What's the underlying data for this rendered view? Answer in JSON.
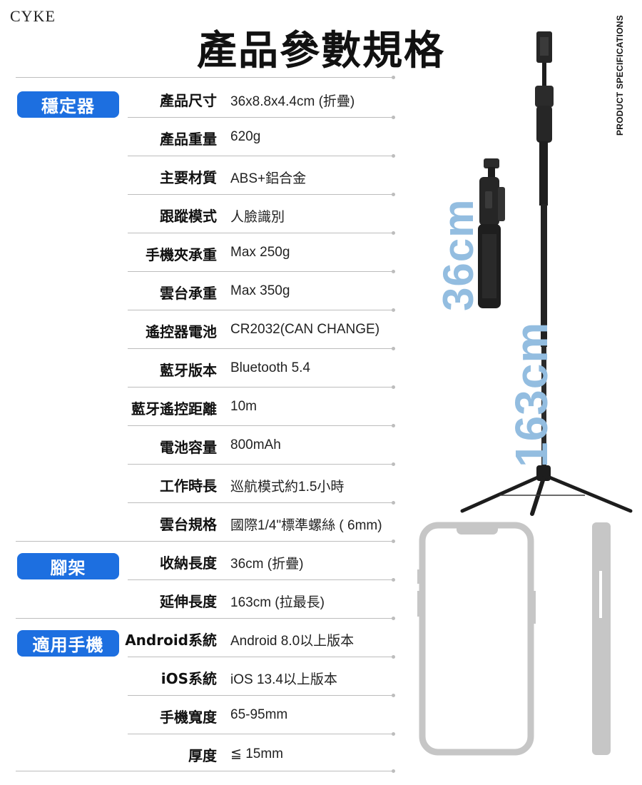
{
  "brand": "CYKE",
  "title": "產品參數規格",
  "side_label": "PRODUCT SPECIFICATIONS",
  "accent_color": "#1d6fe0",
  "dimension_color": "#93bde0",
  "sections": {
    "stabilizer": "穩定器",
    "tripod": "腳架",
    "phone": "適用手機"
  },
  "specs": [
    {
      "label": "產品尺寸",
      "value": "36x8.8x4.4cm (折疊)"
    },
    {
      "label": "產品重量",
      "value": "620g"
    },
    {
      "label": "主要材質",
      "value": "ABS+鋁合金"
    },
    {
      "label": "跟蹤模式",
      "value": "人臉識別"
    },
    {
      "label": "手機夾承重",
      "value": "Max 250g"
    },
    {
      "label": "雲台承重",
      "value": "Max 350g"
    },
    {
      "label": "遙控器電池",
      "value": "CR2032(CAN CHANGE)"
    },
    {
      "label": "藍牙版本",
      "value": "Bluetooth 5.4"
    },
    {
      "label": "藍牙遙控距離",
      "value": "10m"
    },
    {
      "label": "電池容量",
      "value": "800mAh"
    },
    {
      "label": "工作時長",
      "value": "巡航模式約1.5小時"
    },
    {
      "label": "雲台規格",
      "value": "國際1/4\"標準螺絲 ( 6mm)"
    },
    {
      "label": "收納長度",
      "value": "36cm  (折疊)"
    },
    {
      "label": "延伸長度",
      "value": "163cm (拉最長)"
    },
    {
      "label": "Android系統",
      "value": "Android 8.0以上版本"
    },
    {
      "label": "iOS系統",
      "value": "iOS 13.4以上版本"
    },
    {
      "label": "手機寬度",
      "value": "65-95mm"
    },
    {
      "label": "厚度",
      "value": "≦ 15mm"
    }
  ],
  "dimensions": {
    "folded": "36cm",
    "extended": "163cm"
  }
}
